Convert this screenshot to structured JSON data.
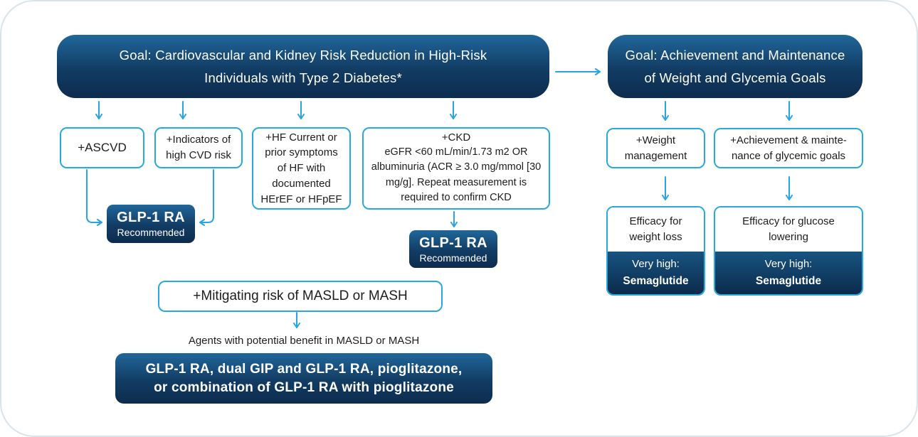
{
  "palette": {
    "accent_cyan": "#29a8e0",
    "navy_gradient_top": "#20679b",
    "navy_gradient_bottom": "#0d2c4e",
    "text_dark": "#1d1d1b",
    "text_light": "#ffffff",
    "canvas_border": "#d9e3ea"
  },
  "goals": {
    "cardio_kidney": {
      "line1": "Goal: Cardiovascular and Kidney Risk Reduction in High-Risk",
      "line2": "Individuals with Type 2 Diabetes*"
    },
    "weight_glycemia": {
      "line1": "Goal: Achievement and Maintenance",
      "line2": "of Weight and Glycemia Goals"
    }
  },
  "risk_criteria": {
    "ascvd": "+ASCVD",
    "cvd_risk": "+Indicators of high CVD risk",
    "heart_failure": "+HF Current or prior symptoms of HF with documented HErEF or HFpEF",
    "ckd_title": "+CKD",
    "ckd_detail": "eGFR <60 mL/min/1.73 m2 OR albuminuria (ACR ≥ 3.0 mg/mmol [30 mg/g]. Repeat measurement is required to confirm CKD"
  },
  "recommendations": {
    "cv_rec": {
      "drug": "GLP-1 RA",
      "status": "Recommended"
    },
    "ckd_rec": {
      "drug": "GLP-1 RA",
      "status": "Recommended"
    }
  },
  "masld": {
    "criteria": "+Mitigating risk of MASLD or MASH",
    "caption": "Agents with potential benefit in MASLD or MASH",
    "agents_line1": "GLP-1 RA, dual GIP and GLP-1 RA, pioglitazone,",
    "agents_line2": "or combination of GLP-1 RA with pioglitazone"
  },
  "weight_track": {
    "criteria_line1": "+Weight",
    "criteria_line2": "management",
    "efficacy_line1": "Efficacy for",
    "efficacy_line2": "weight loss",
    "rating": "Very high:",
    "drug": "Semaglutide"
  },
  "glycemia_track": {
    "criteria_line1": "+Achievement & mainte-",
    "criteria_line2": "nance of glycemic goals",
    "efficacy_line1": "Efficacy for glucose",
    "efficacy_line2": "lowering",
    "rating": "Very high:",
    "drug": "Semaglutide"
  }
}
